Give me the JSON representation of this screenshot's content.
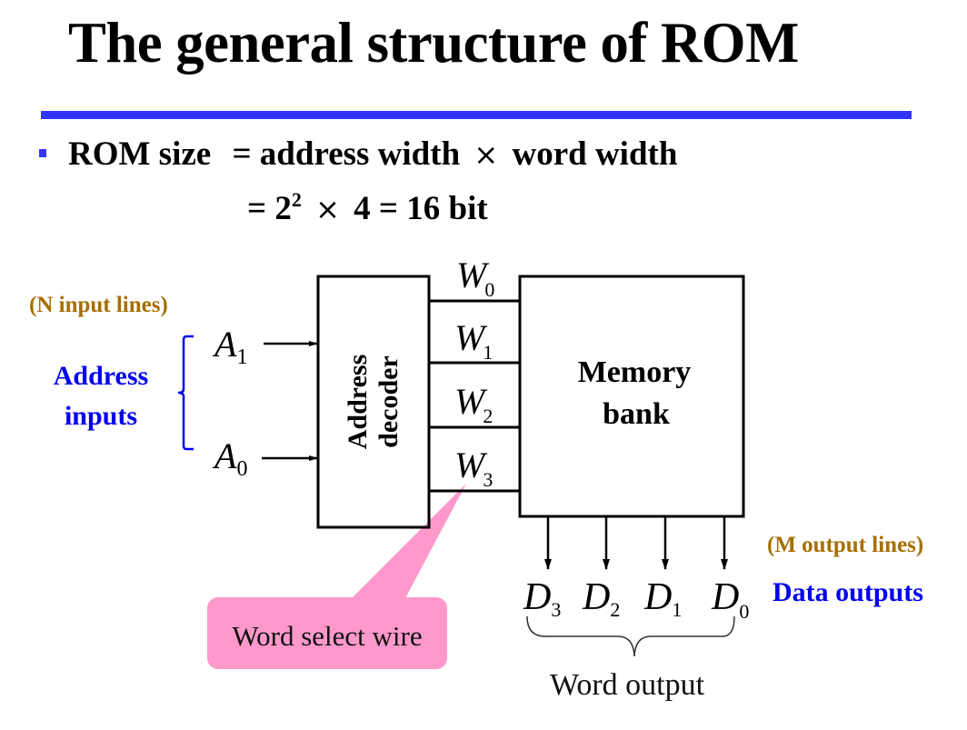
{
  "slide": {
    "title": "The general structure of ROM",
    "accent_color": "#3333ff",
    "bullet_icon": "square-bullet-icon",
    "formula": {
      "line1": {
        "lhs": "ROM size",
        "eq": "=",
        "term1": "address width",
        "op": "×",
        "term2": "word width"
      },
      "line2": {
        "eq": "=",
        "base": "2",
        "exponent": "2",
        "op": "×",
        "factor": "4",
        "eq2": "=",
        "result": "16 bit"
      }
    }
  },
  "diagram": {
    "input_lines_note": "(N input lines)",
    "address_inputs_label_1": "Address",
    "address_inputs_label_2": "inputs",
    "inputs": [
      {
        "name": "A",
        "sub": "1"
      },
      {
        "name": "A",
        "sub": "0"
      }
    ],
    "decoder_label_1": "Address",
    "decoder_label_2": "decoder",
    "word_lines": [
      {
        "name": "W",
        "sub": "0"
      },
      {
        "name": "W",
        "sub": "1"
      },
      {
        "name": "W",
        "sub": "2"
      },
      {
        "name": "W",
        "sub": "3"
      }
    ],
    "memory_label_1": "Memory",
    "memory_label_2": "bank",
    "outputs": [
      {
        "name": "D",
        "sub": "3"
      },
      {
        "name": "D",
        "sub": "2"
      },
      {
        "name": "D",
        "sub": "1"
      },
      {
        "name": "D",
        "sub": "0"
      }
    ],
    "output_lines_note": "(M output lines)",
    "data_outputs_label": "Data outputs",
    "word_output_label": "Word output",
    "callout": {
      "text": "Word select wire",
      "color": "#ff99cc"
    },
    "colors": {
      "note_brown": "#a66f00",
      "label_blue": "#0000ee"
    }
  }
}
